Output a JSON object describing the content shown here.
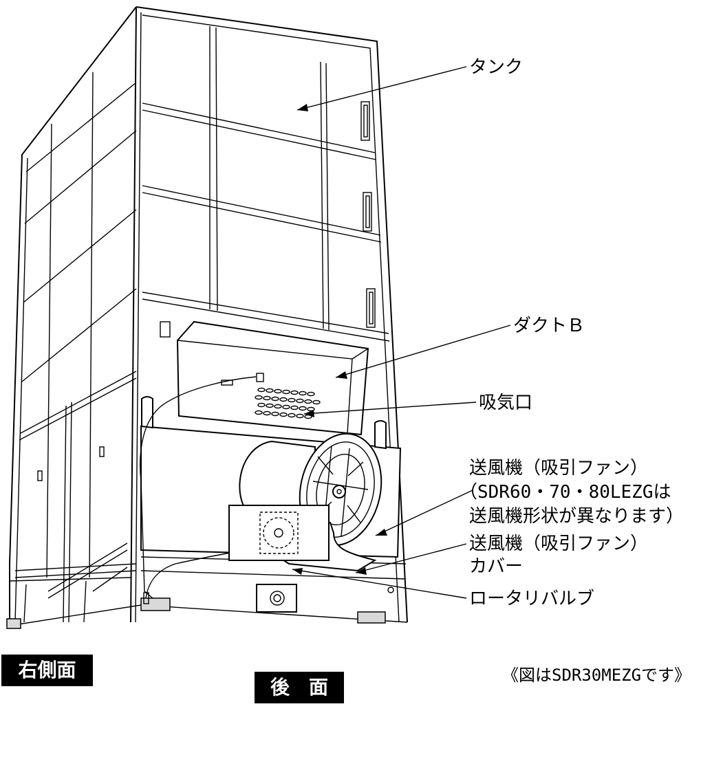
{
  "labels": {
    "tank": "タンク",
    "duct_b": "ダクトＢ",
    "air_intake": "吸気口",
    "blower": "送風機（吸引ファン）",
    "blower_note_1": "（SDR60・70・80LEZGは",
    "blower_note_2": "送風機形状が異なります）",
    "blower_cover_1": "送風機（吸引ファン）",
    "blower_cover_2": "カバー",
    "rotary_valve": "ロータリバルブ"
  },
  "views": {
    "right_side": "右側面",
    "rear": "後　面"
  },
  "caption": "《図はSDR30MEZGです》"
}
